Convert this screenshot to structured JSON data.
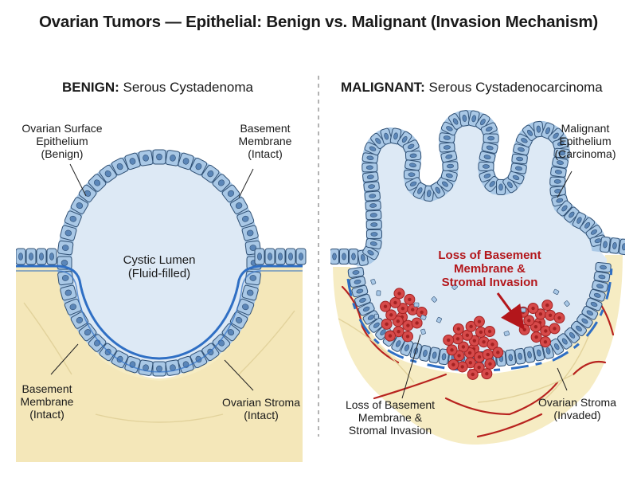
{
  "title": "Ovarian Tumors — Epithelial: Benign vs. Malignant (Invasion Mechanism)",
  "benign": {
    "heading_bold": "BENIGN:",
    "heading_rest": " Serous Cystadenoma",
    "labels": {
      "surface_epithelium": [
        "Ovarian Surface",
        "Epithelium",
        "(Benign)"
      ],
      "basement_top": [
        "Basement",
        "Membrane",
        "(Intact)"
      ],
      "lumen": [
        "Cystic Lumen",
        "(Fluid-filled)"
      ],
      "basement_bottom": [
        "Basement",
        "Membrane",
        "(Intact)"
      ],
      "stroma": [
        "Ovarian Stroma",
        "(Intact)"
      ]
    }
  },
  "malignant": {
    "heading_bold": "MALIGNANT:",
    "heading_rest": " Serous Cystadenocarcinoma",
    "labels": {
      "epithelium": [
        "Malignant",
        "Epithelium",
        "(Carcinoma)"
      ],
      "center_red": [
        "Loss of Basement",
        "Membrane &",
        "Stromal Invasion"
      ],
      "bottom_loss": [
        "Loss of Basement",
        "Membrane &",
        "Stromal Invasion"
      ],
      "stroma": [
        "Ovarian Stroma",
        "(Invaded)"
      ]
    }
  },
  "colors": {
    "lumen": "#dde9f5",
    "cell_fill": "#a9c8e6",
    "cell_stroke": "#2f4f73",
    "nucleus": "#5b86b8",
    "basement": "#2f6fc4",
    "stroma": "#f6ecc3",
    "stroma_fiber": "#e2d29b",
    "tumor": "#d64a4a",
    "tumor_dark": "#a32222",
    "vessel": "#b8231f",
    "divider": "#9a9a9a"
  },
  "icons": [
    "pointer-arrow-icon"
  ]
}
